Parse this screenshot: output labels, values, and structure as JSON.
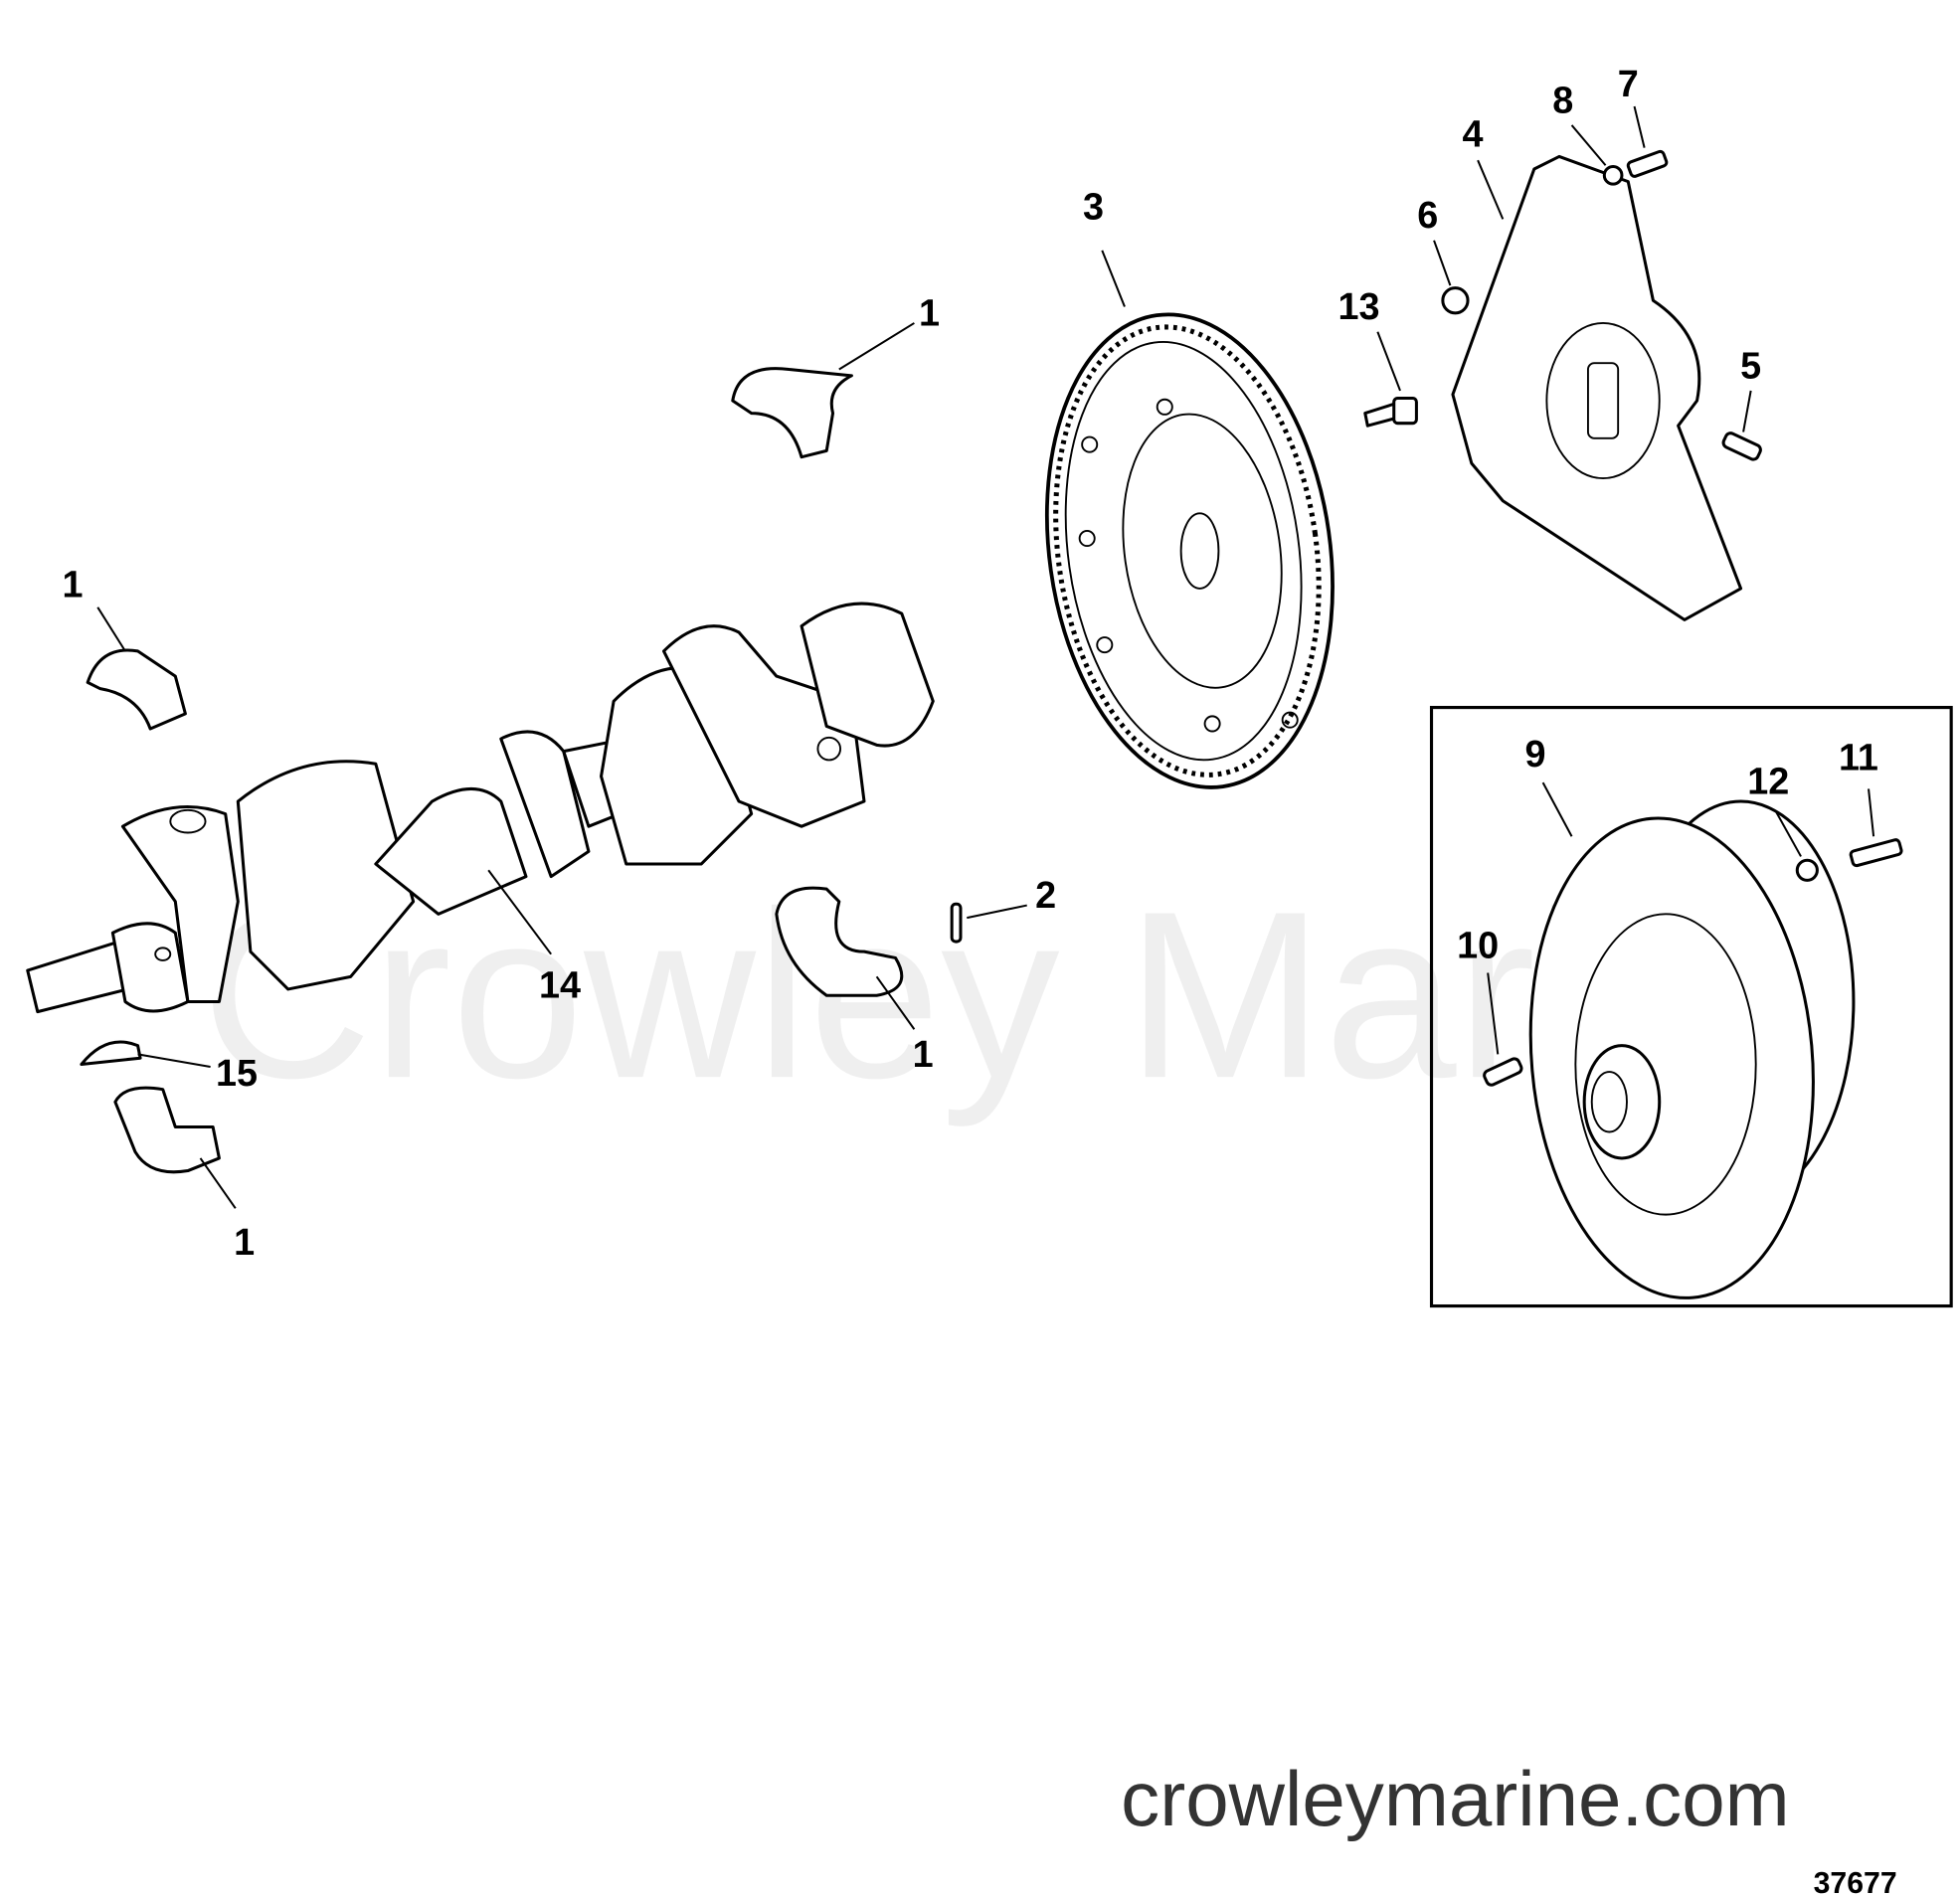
{
  "callouts": {
    "c1a": "1",
    "c1b": "1",
    "c1c": "1",
    "c1d": "1",
    "c2": "2",
    "c3": "3",
    "c4": "4",
    "c5": "5",
    "c6": "6",
    "c7": "7",
    "c8": "8",
    "c9": "9",
    "c10": "10",
    "c11": "11",
    "c12": "12",
    "c13": "13",
    "c14": "14",
    "c15": "15"
  },
  "watermark": "Crowley Marine",
  "website": "crowleymarine.com",
  "diagram_number": "37677"
}
